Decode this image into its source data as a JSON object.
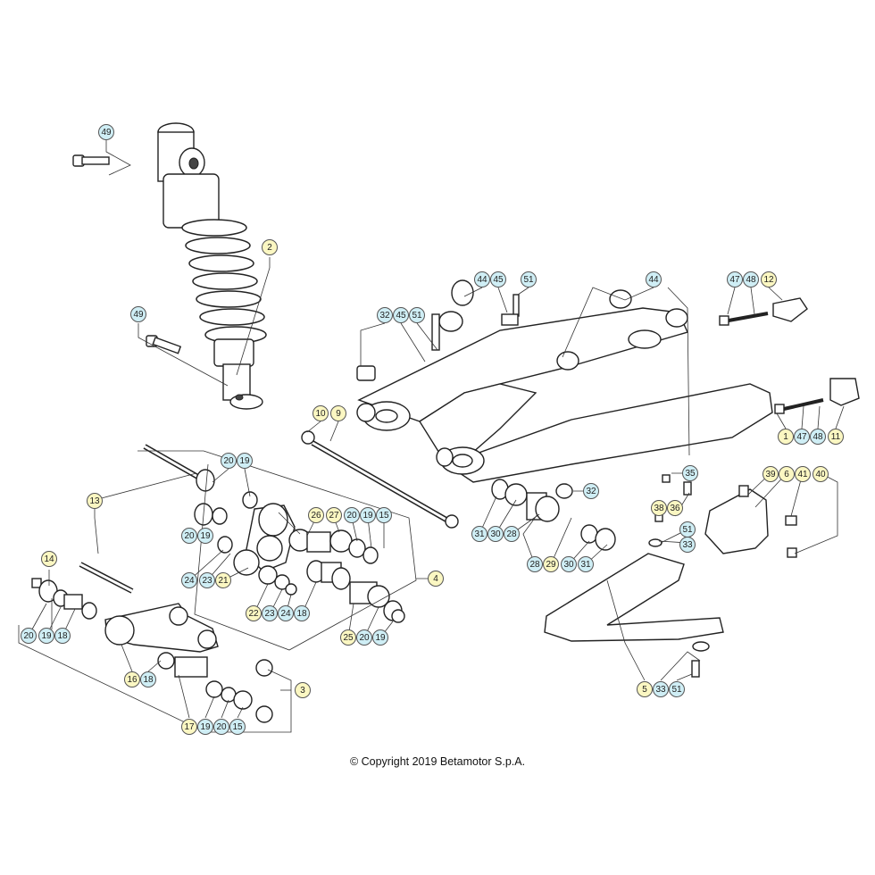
{
  "copyright": "© Copyright 2019 Betamotor S.p.A.",
  "callouts": [
    {
      "label": "49",
      "color": "blue"
    },
    {
      "label": "2",
      "color": "yellow"
    },
    {
      "label": "49",
      "color": "blue"
    },
    {
      "label": "32",
      "color": "blue"
    },
    {
      "label": "45",
      "color": "blue"
    },
    {
      "label": "51",
      "color": "blue"
    },
    {
      "label": "44",
      "color": "blue"
    },
    {
      "label": "45",
      "color": "blue"
    },
    {
      "label": "51",
      "color": "blue"
    },
    {
      "label": "44",
      "color": "blue"
    },
    {
      "label": "47",
      "color": "blue"
    },
    {
      "label": "48",
      "color": "blue"
    },
    {
      "label": "12",
      "color": "yellow"
    },
    {
      "label": "10",
      "color": "yellow"
    },
    {
      "label": "9",
      "color": "yellow"
    },
    {
      "label": "1",
      "color": "yellow"
    },
    {
      "label": "47",
      "color": "blue"
    },
    {
      "label": "48",
      "color": "blue"
    },
    {
      "label": "11",
      "color": "yellow"
    },
    {
      "label": "20",
      "color": "blue"
    },
    {
      "label": "19",
      "color": "blue"
    },
    {
      "label": "35",
      "color": "blue"
    },
    {
      "label": "39",
      "color": "yellow"
    },
    {
      "label": "6",
      "color": "yellow"
    },
    {
      "label": "41",
      "color": "yellow"
    },
    {
      "label": "40",
      "color": "yellow"
    },
    {
      "label": "13",
      "color": "yellow"
    },
    {
      "label": "32",
      "color": "blue"
    },
    {
      "label": "26",
      "color": "yellow"
    },
    {
      "label": "27",
      "color": "yellow"
    },
    {
      "label": "20",
      "color": "blue"
    },
    {
      "label": "19",
      "color": "blue"
    },
    {
      "label": "15",
      "color": "blue"
    },
    {
      "label": "38",
      "color": "yellow"
    },
    {
      "label": "36",
      "color": "yellow"
    },
    {
      "label": "20",
      "color": "blue"
    },
    {
      "label": "19",
      "color": "blue"
    },
    {
      "label": "31",
      "color": "blue"
    },
    {
      "label": "30",
      "color": "blue"
    },
    {
      "label": "28",
      "color": "blue"
    },
    {
      "label": "51",
      "color": "blue"
    },
    {
      "label": "33",
      "color": "blue"
    },
    {
      "label": "28",
      "color": "blue"
    },
    {
      "label": "29",
      "color": "yellow"
    },
    {
      "label": "30",
      "color": "blue"
    },
    {
      "label": "31",
      "color": "blue"
    },
    {
      "label": "24",
      "color": "blue"
    },
    {
      "label": "23",
      "color": "blue"
    },
    {
      "label": "21",
      "color": "yellow"
    },
    {
      "label": "14",
      "color": "yellow"
    },
    {
      "label": "4",
      "color": "yellow"
    },
    {
      "label": "22",
      "color": "yellow"
    },
    {
      "label": "23",
      "color": "blue"
    },
    {
      "label": "24",
      "color": "blue"
    },
    {
      "label": "18",
      "color": "blue"
    },
    {
      "label": "20",
      "color": "blue"
    },
    {
      "label": "19",
      "color": "blue"
    },
    {
      "label": "18",
      "color": "blue"
    },
    {
      "label": "25",
      "color": "yellow"
    },
    {
      "label": "20",
      "color": "blue"
    },
    {
      "label": "19",
      "color": "blue"
    },
    {
      "label": "16",
      "color": "yellow"
    },
    {
      "label": "18",
      "color": "blue"
    },
    {
      "label": "3",
      "color": "yellow"
    },
    {
      "label": "5",
      "color": "yellow"
    },
    {
      "label": "33",
      "color": "blue"
    },
    {
      "label": "51",
      "color": "blue"
    },
    {
      "label": "17",
      "color": "yellow"
    },
    {
      "label": "19",
      "color": "blue"
    },
    {
      "label": "20",
      "color": "blue"
    },
    {
      "label": "15",
      "color": "blue"
    }
  ]
}
